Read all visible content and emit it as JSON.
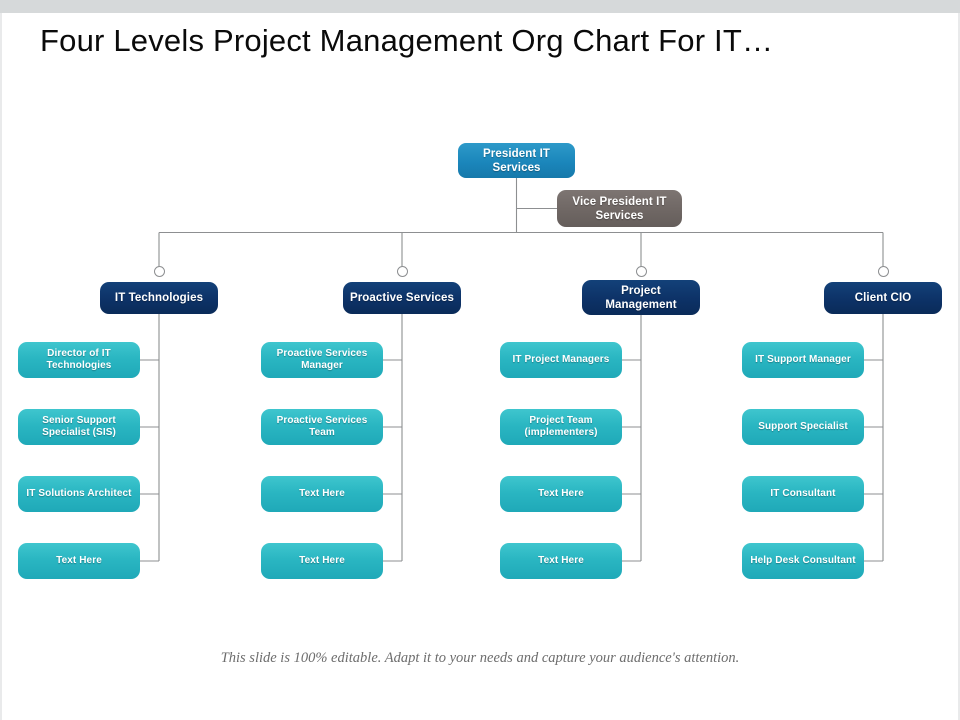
{
  "slide": {
    "title": "Four Levels Project Management Org Chart For IT…",
    "footer_note": "This slide is 100% editable. Adapt it to your needs and capture your audience's attention."
  },
  "colors": {
    "president": "#1b86bb",
    "vice_president": "#6e6663",
    "division": "#0d3267",
    "leaf": "#2ab6c2",
    "connector": "#8d8f91",
    "title_text": "#0a0a0a",
    "footer_text": "#6d6d6d",
    "top_band": "#d6d9da"
  },
  "org_chart": {
    "type": "org-chart",
    "levels": 4,
    "top": {
      "president": {
        "label": "President IT Services"
      },
      "vice_president": {
        "label": "Vice President IT Services"
      }
    },
    "columns": [
      {
        "division": "IT Technologies",
        "reports": [
          "Director of IT Technologies",
          "Senior Support Specialist (SIS)",
          "IT Solutions Architect",
          "Text Here"
        ]
      },
      {
        "division": "Proactive Services",
        "reports": [
          "Proactive Services Manager",
          "Proactive Services Team",
          "Text Here",
          "Text Here"
        ]
      },
      {
        "division": "Project Management",
        "reports": [
          "IT Project Managers",
          "Project Team (implementers)",
          "Text Here",
          "Text Here"
        ]
      },
      {
        "division": "Client CIO",
        "reports": [
          "IT Support Manager",
          "Support Specialist",
          "IT Consultant",
          "Help Desk Consultant"
        ]
      }
    ]
  }
}
